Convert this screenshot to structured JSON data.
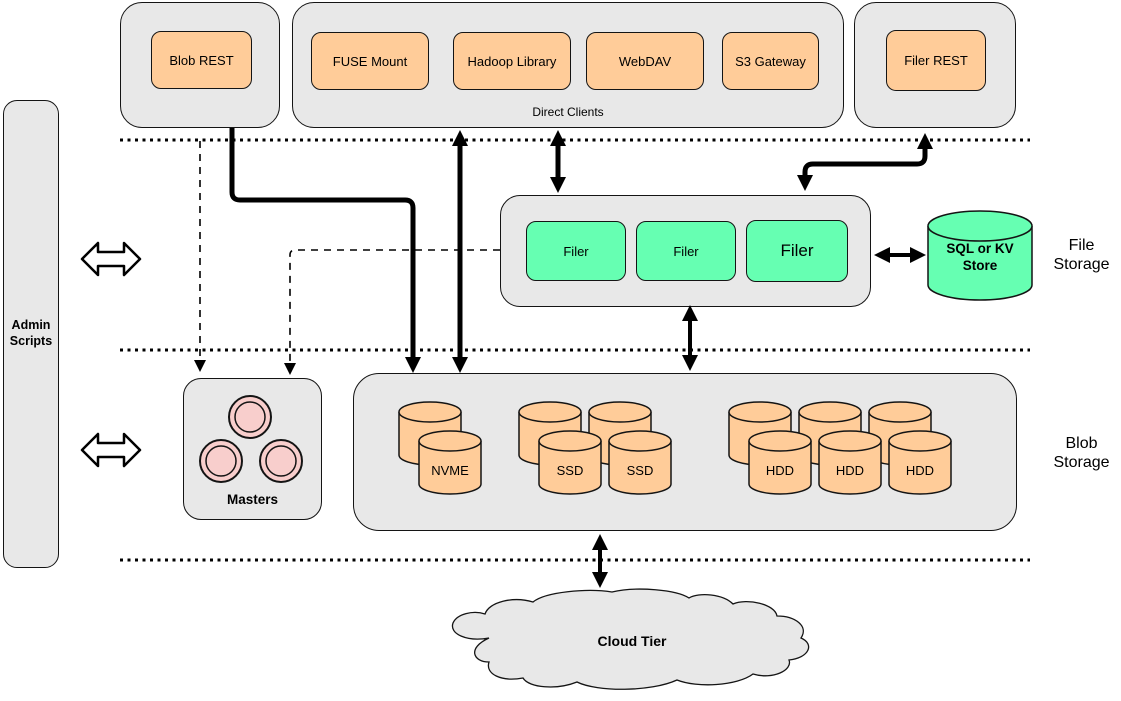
{
  "colors": {
    "container_fill": "#e8e8e8",
    "client_fill": "#ffcc99",
    "filer_fill": "#66ffb2",
    "store_fill": "#66ffb2",
    "master_node_fill": "#f8cecc",
    "line": "#000000"
  },
  "top_row": {
    "blob_rest_label": "Blob REST",
    "direct_clients": {
      "title": "Direct Clients",
      "items": [
        "FUSE Mount",
        "Hadoop Library",
        "WebDAV",
        "S3 Gateway"
      ]
    },
    "filer_rest_label": "Filer REST"
  },
  "admin_panel": {
    "line1": "Admin",
    "line2": "Scripts"
  },
  "file_storage": {
    "filers": [
      "Filer",
      "Filer",
      "Filer"
    ],
    "store_label": "SQL or KV Store",
    "tier_label_line1": "File",
    "tier_label_line2": "Storage"
  },
  "masters": {
    "label": "Masters"
  },
  "blob_storage": {
    "nvme_label": "NVME",
    "ssd_labels": [
      "SSD",
      "SSD"
    ],
    "hdd_labels": [
      "HDD",
      "HDD",
      "HDD"
    ],
    "tier_label_line1": "Blob",
    "tier_label_line2": "Storage"
  },
  "cloud": {
    "label": "Cloud Tier"
  }
}
